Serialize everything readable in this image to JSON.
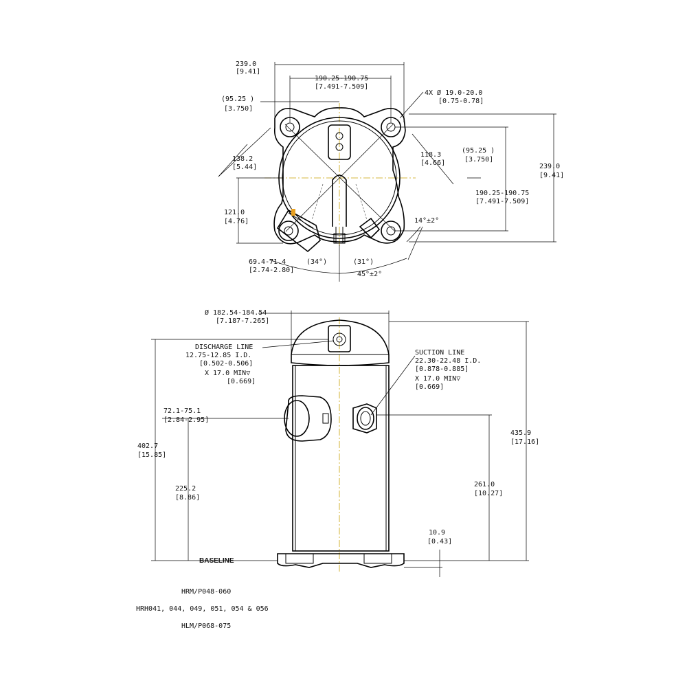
{
  "top_view": {
    "dims": {
      "overall_w": "239.0",
      "overall_w_in": "[9.41]",
      "mount_span": "190.25-190.75",
      "mount_span_in": "[7.491-7.509]",
      "half_span": "(95.25  )",
      "half_span_in": "[3.750]",
      "holes": "4X Ø 19.0-20.0",
      "holes_in": "[0.75-0.78]",
      "radius_a": "138.2",
      "radius_a_in": "[5.44]",
      "radius_b": "118.3",
      "radius_b_in": "[4.66]",
      "half_span_r": "(95.25  )",
      "half_span_r_in": "[3.750]",
      "overall_h": "239.0",
      "overall_h_in": "[9.41]",
      "mount_span_v": "190.25-190.75",
      "mount_span_v_in": "[7.491-7.509]",
      "offset": "121.0",
      "offset_in": "[4.76]",
      "angle_14": "14°±2°",
      "range_69": "69.4-71.4",
      "range_69_in": "[2.74-2.80]",
      "angle_34": "(34°)",
      "angle_31": "(31°)",
      "angle_45": "45°±2°"
    }
  },
  "side_view": {
    "dims": {
      "shell_dia": "Ø 182.54-184.54",
      "shell_dia_in": "[7.187-7.265]",
      "discharge_1": "DISCHARGE LINE",
      "discharge_2": "12.75-12.85 I.D.",
      "discharge_3": "[0.502-0.506]",
      "discharge_4": "X 17.0 MIN▽",
      "discharge_5": "[0.669]",
      "suction_1": "SUCTION LINE",
      "suction_2": "22.30-22.48 I.D.",
      "suction_3": "[0.878-0.885]",
      "suction_4": "X 17.0 MIN▽",
      "suction_5": "[0.669]",
      "box_72": "72.1-75.1",
      "box_72_in": "[2.84-2.95]",
      "h_402": "402.7",
      "h_402_in": "[15.85]",
      "h_225": "225.2",
      "h_225_in": "[8.86]",
      "h_435": "435.9",
      "h_435_in": "[17.16]",
      "h_261": "261.0",
      "h_261_in": "[10.27]",
      "h_109": "10.9",
      "h_109_in": "[0.43]",
      "baseline": "BASELINE"
    }
  },
  "models": {
    "line1": "HRM/P048-060",
    "line2": "HRH041, 044, 049, 051, 054 & 056",
    "line3": "HLM/P068-075"
  }
}
